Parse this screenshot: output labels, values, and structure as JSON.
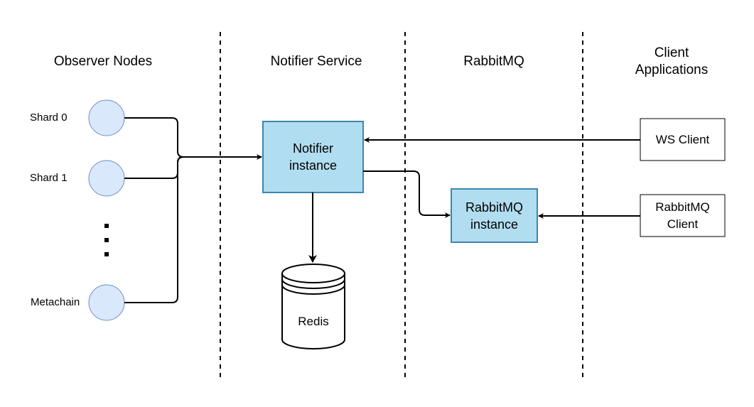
{
  "columns": {
    "observer_nodes": "Observer Nodes",
    "notifier_service": "Notifier Service",
    "rabbitmq": "RabbitMQ",
    "client_applications": "Client\nApplications"
  },
  "observers": {
    "shard0": "Shard 0",
    "shard1": "Shard 1",
    "metachain": "Metachain"
  },
  "notifier_instance": "Notifier\ninstance",
  "rabbitmq_instance": "RabbitMQ\ninstance",
  "redis": "Redis",
  "ws_client": "WS Client",
  "rabbitmq_client": "RabbitMQ\nClient",
  "colors": {
    "node_fill": "#dae8fc",
    "node_stroke": "#6c8ebf",
    "instance_fill": "#b1ddf0",
    "instance_stroke": "#3c86b0",
    "line": "#000000"
  }
}
